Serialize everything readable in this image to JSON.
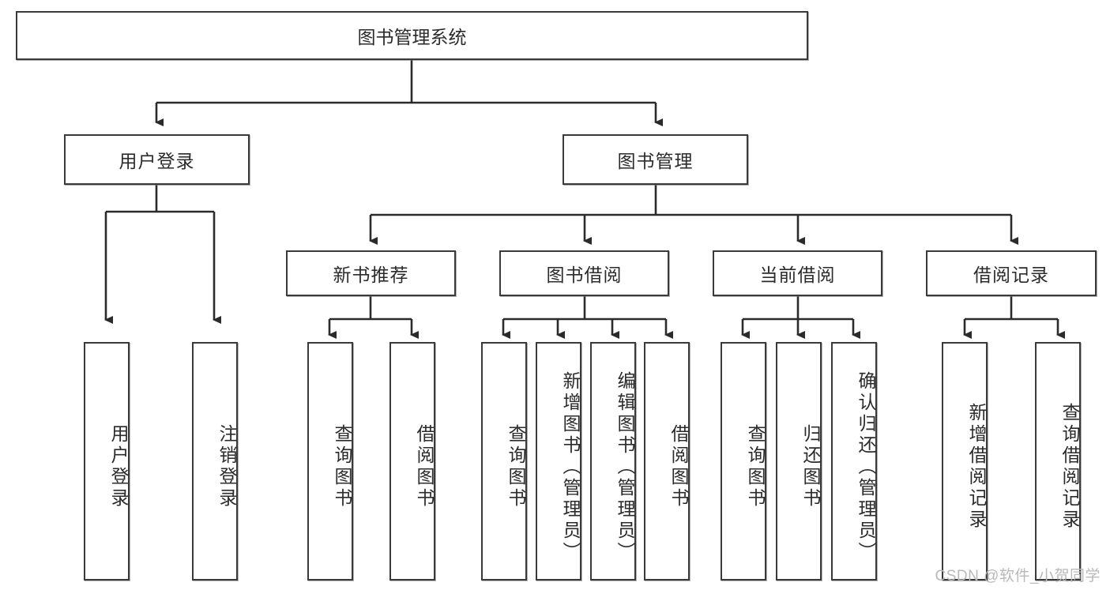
{
  "diagram": {
    "title": "图书管理系统",
    "type": "tree-hierarchy-chart",
    "root": {
      "label": "图书管理系统"
    },
    "level2": [
      {
        "label": "用户登录"
      },
      {
        "label": "图书管理"
      }
    ],
    "level3": [
      {
        "label": "新书推荐"
      },
      {
        "label": "图书借阅"
      },
      {
        "label": "当前借阅"
      },
      {
        "label": "借阅记录"
      }
    ],
    "leaves": {
      "user_login": [
        {
          "label": "用户登录"
        },
        {
          "label": "注销登录"
        }
      ],
      "new_book_recommend": [
        {
          "label": "查询图书"
        },
        {
          "label": "借阅图书"
        }
      ],
      "book_borrow": [
        {
          "label": "查询图书"
        },
        {
          "label": "新增图书（管理员）"
        },
        {
          "label": "编辑图书（管理员）"
        },
        {
          "label": "借阅图书"
        }
      ],
      "current_borrow": [
        {
          "label": "查询图书"
        },
        {
          "label": "归还图书"
        },
        {
          "label": "确认归还（管理员）"
        }
      ],
      "borrow_record": [
        {
          "label": "新增借阅记录"
        },
        {
          "label": "查询借阅记录"
        }
      ]
    }
  },
  "watermark": {
    "text": "CSDN @软件_小贺同学"
  },
  "colors": {
    "box_border": "#3a3a3a",
    "box_fill": "#ffffff",
    "connector": "#2b2b2b",
    "text": "#2b2b2b",
    "watermark": "#b9b9b9"
  }
}
